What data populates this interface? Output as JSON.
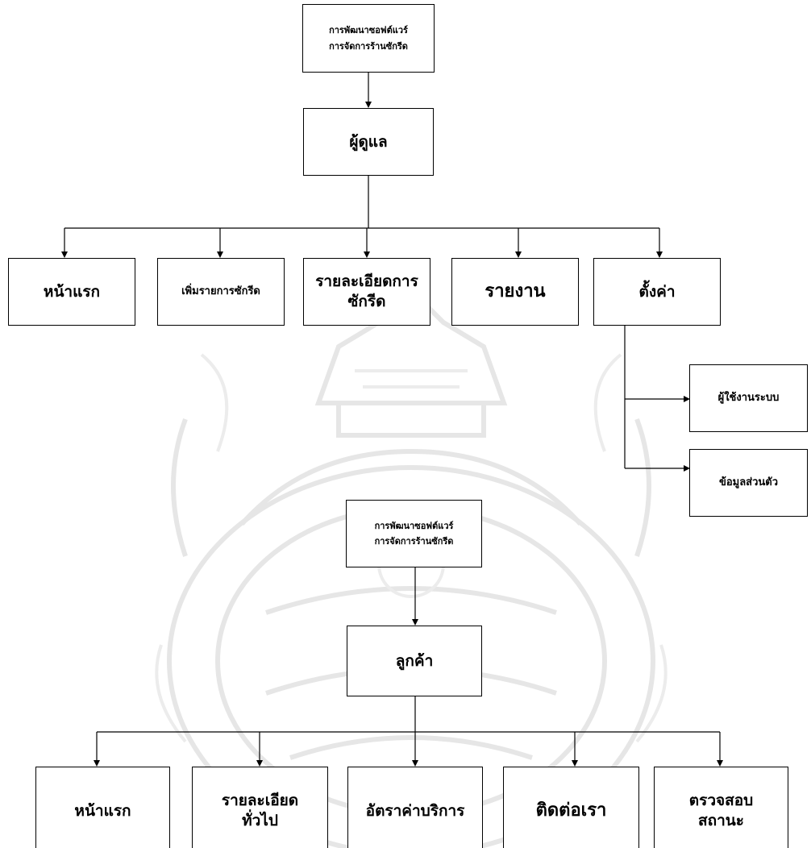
{
  "diagrams": [
    {
      "root": {
        "line1": "การพัฒนาซอฟต์แวร์",
        "line2": "การจัดการร้านซักรีด"
      },
      "role": "ผู้ดูแล",
      "children": [
        {
          "line1": "หน้าแรก"
        },
        {
          "line1": "เพิ่มรายการซักรีด"
        },
        {
          "line1": "รายละเอียดการ",
          "line2": "ซักรีด"
        },
        {
          "line1": "รายงาน"
        },
        {
          "line1": "ตั้งค่า"
        }
      ],
      "sub_children": [
        {
          "line1": "ผู้ใช้งานระบบ"
        },
        {
          "line1": "ข้อมูลส่วนตัว"
        }
      ]
    },
    {
      "root": {
        "line1": "การพัฒนาซอฟต์แวร์",
        "line2": "การจัดการร้านซักรีด"
      },
      "role": "ลูกค้า",
      "children": [
        {
          "line1": "หน้าแรก"
        },
        {
          "line1": "รายละเอียด",
          "line2": "ทั่วไป"
        },
        {
          "line1": "อัตราค่าบริการ"
        },
        {
          "line1": "ติดต่อเรา"
        },
        {
          "line1": "ตรวจสอบ",
          "line2": "สถานะ"
        }
      ]
    }
  ],
  "colors": {
    "line": "#000000",
    "box_border": "#000000",
    "watermark": "#e8e8e8"
  }
}
